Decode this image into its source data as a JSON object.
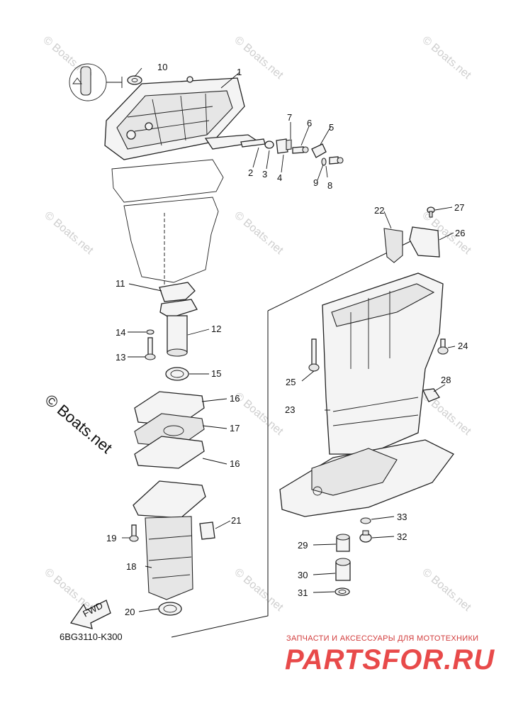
{
  "diagram_code": "6BG3110-K300",
  "fwd_label": "FWD",
  "side_watermark": "© Boats.net",
  "watermark": "© Boats.net",
  "footer": {
    "tagline": "ЗАПЧАСТИ И АКСЕССУАРЫ ДЛЯ МОТОТЕХНИКИ",
    "logo": "PARTSFOR.RU"
  },
  "callouts": [
    "1",
    "2",
    "3",
    "4",
    "5",
    "6",
    "7",
    "8",
    "9",
    "10",
    "11",
    "12",
    "13",
    "14",
    "15",
    "16",
    "17",
    "16",
    "18",
    "19",
    "20",
    "21",
    "22",
    "23",
    "24",
    "25",
    "26",
    "27",
    "28",
    "29",
    "30",
    "31",
    "32",
    "33"
  ]
}
